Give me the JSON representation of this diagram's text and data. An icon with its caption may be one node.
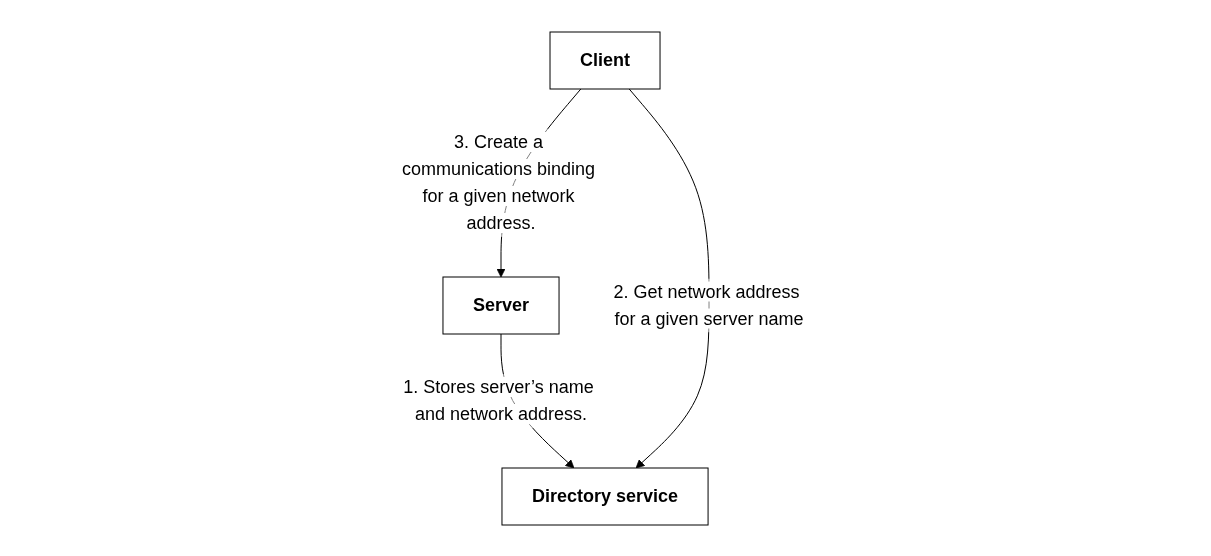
{
  "diagram": {
    "nodes": [
      {
        "text": [
          "Server"
        ]
      },
      {
        "text": [
          "Client"
        ]
      },
      {
        "text": [
          "Directory service"
        ]
      }
    ],
    "edges": [
      {
        "from": 0,
        "to": 2,
        "arrow": "to",
        "label": "1. Stores server’s name and network address."
      },
      {
        "from": 1,
        "to": 2,
        "arrow": "to",
        "label": "2. Get network address for a given server name"
      },
      {
        "from": 1,
        "to": 0,
        "arrow": "to",
        "label": "3. Create a communications binding for a given network address."
      }
    ]
  }
}
